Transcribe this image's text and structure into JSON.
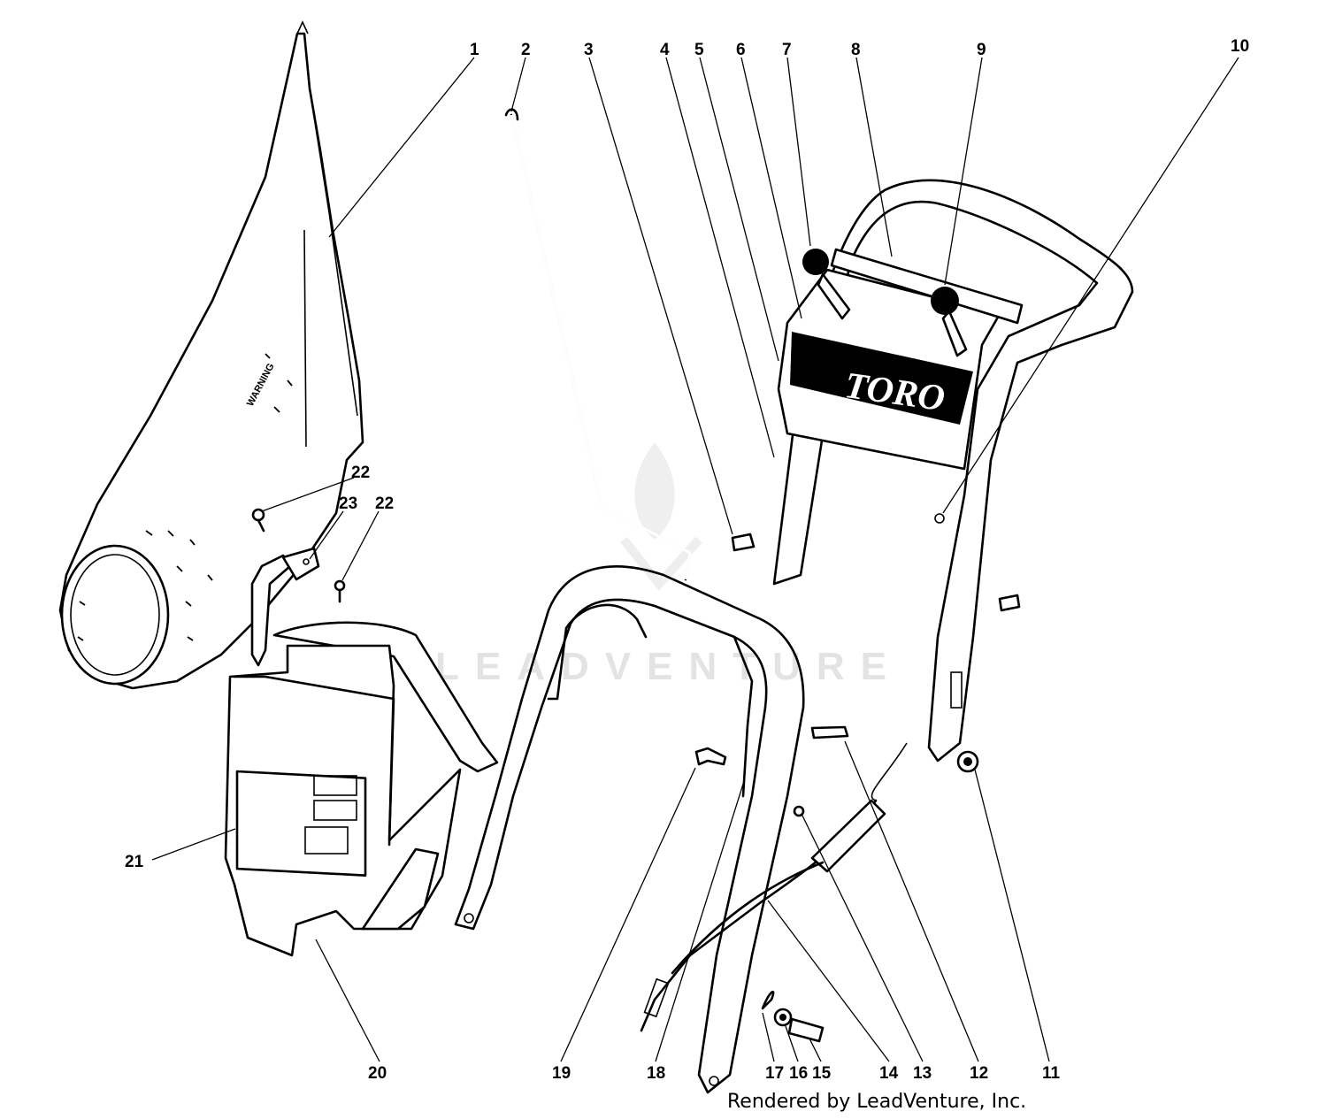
{
  "callouts": [
    "1",
    "2",
    "3",
    "4",
    "5",
    "6",
    "7",
    "8",
    "9",
    "10",
    "11",
    "12",
    "13",
    "14",
    "15",
    "16",
    "17",
    "18",
    "19",
    "20",
    "21",
    "22",
    "23",
    "22"
  ],
  "panel_brand": "TORO",
  "bag_label": "WARNING",
  "credit": "Rendered by LeadVenture, Inc.",
  "watermark": "LEADVENTURE"
}
